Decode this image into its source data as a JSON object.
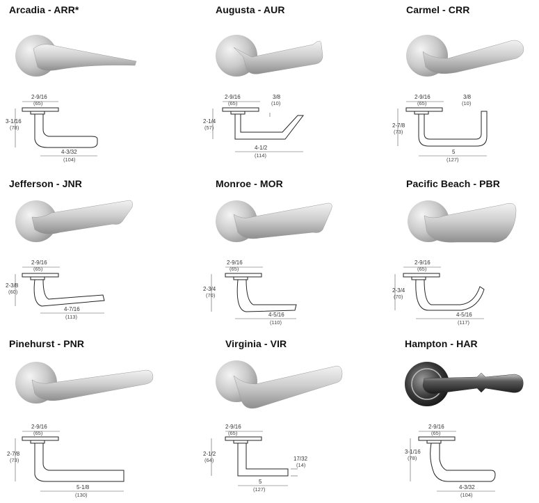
{
  "products": [
    {
      "title": "Arcadia - ARR*",
      "icon": "arcadia-lever-handle",
      "dims": {
        "rose": {
          "frac": "2-9/16",
          "mm": "(65)"
        },
        "height": {
          "frac": "3-1/16",
          "mm": "(78)"
        },
        "length": {
          "frac": "4-3/32",
          "mm": "(104)"
        }
      }
    },
    {
      "title": "Augusta - AUR",
      "icon": "augusta-lever-handle",
      "dims": {
        "rose": {
          "frac": "2-9/16",
          "mm": "(65)"
        },
        "height": {
          "frac": "2-1/4",
          "mm": "(57)"
        },
        "length": {
          "frac": "4-1/2",
          "mm": "(114)"
        },
        "extra": {
          "frac": "3/8",
          "mm": "(10)"
        }
      }
    },
    {
      "title": "Carmel - CRR",
      "icon": "carmel-lever-handle",
      "dims": {
        "rose": {
          "frac": "2-9/16",
          "mm": "(65)"
        },
        "height": {
          "frac": "2-7/8",
          "mm": "(73)"
        },
        "length": {
          "frac": "5",
          "mm": "(127)"
        },
        "extra": {
          "frac": "3/8",
          "mm": "(10)"
        }
      }
    },
    {
      "title": "Jefferson - JNR",
      "icon": "jefferson-lever-handle",
      "dims": {
        "rose": {
          "frac": "2-9/16",
          "mm": "(65)"
        },
        "height": {
          "frac": "2-3/8",
          "mm": "(60)"
        },
        "length": {
          "frac": "4-7/16",
          "mm": "(113)"
        }
      }
    },
    {
      "title": "Monroe - MOR",
      "icon": "monroe-lever-handle",
      "dims": {
        "rose": {
          "frac": "2-9/16",
          "mm": "(65)"
        },
        "height": {
          "frac": "2-3/4",
          "mm": "(70)"
        },
        "length": {
          "frac": "4-5/16",
          "mm": "(110)"
        }
      }
    },
    {
      "title": "Pacific Beach - PBR",
      "icon": "pacific-beach-lever-handle",
      "dims": {
        "rose": {
          "frac": "2-9/16",
          "mm": "(65)"
        },
        "height": {
          "frac": "2-3/4",
          "mm": "(70)"
        },
        "length": {
          "frac": "4-5/16",
          "mm": "(117)"
        }
      }
    },
    {
      "title": "Pinehurst - PNR",
      "icon": "pinehurst-lever-handle",
      "dims": {
        "rose": {
          "frac": "2-9/16",
          "mm": "(65)"
        },
        "height": {
          "frac": "2-7/8",
          "mm": "(73)"
        },
        "length": {
          "frac": "5-1/8",
          "mm": "(130)"
        }
      }
    },
    {
      "title": "Virginia - VIR",
      "icon": "virginia-lever-handle",
      "dims": {
        "rose": {
          "frac": "2-9/16",
          "mm": "(65)"
        },
        "height": {
          "frac": "2-1/2",
          "mm": "(64)"
        },
        "length": {
          "frac": "5",
          "mm": "(127)"
        },
        "extra": {
          "frac": "17/32",
          "mm": "(14)"
        }
      }
    },
    {
      "title": "Hampton - HAR",
      "icon": "hampton-lever-handle",
      "dims": {
        "rose": {
          "frac": "2-9/16",
          "mm": "(65)"
        },
        "height": {
          "frac": "3-1/16",
          "mm": "(78)"
        },
        "length": {
          "frac": "4-3/32",
          "mm": "(104)"
        }
      }
    }
  ],
  "colors": {
    "metal_light": "#e9e9e9",
    "metal_mid": "#bdbdbd",
    "metal_dark": "#8a8a8a",
    "dark_chrome": "#2a2a2a",
    "line": "#222222"
  }
}
